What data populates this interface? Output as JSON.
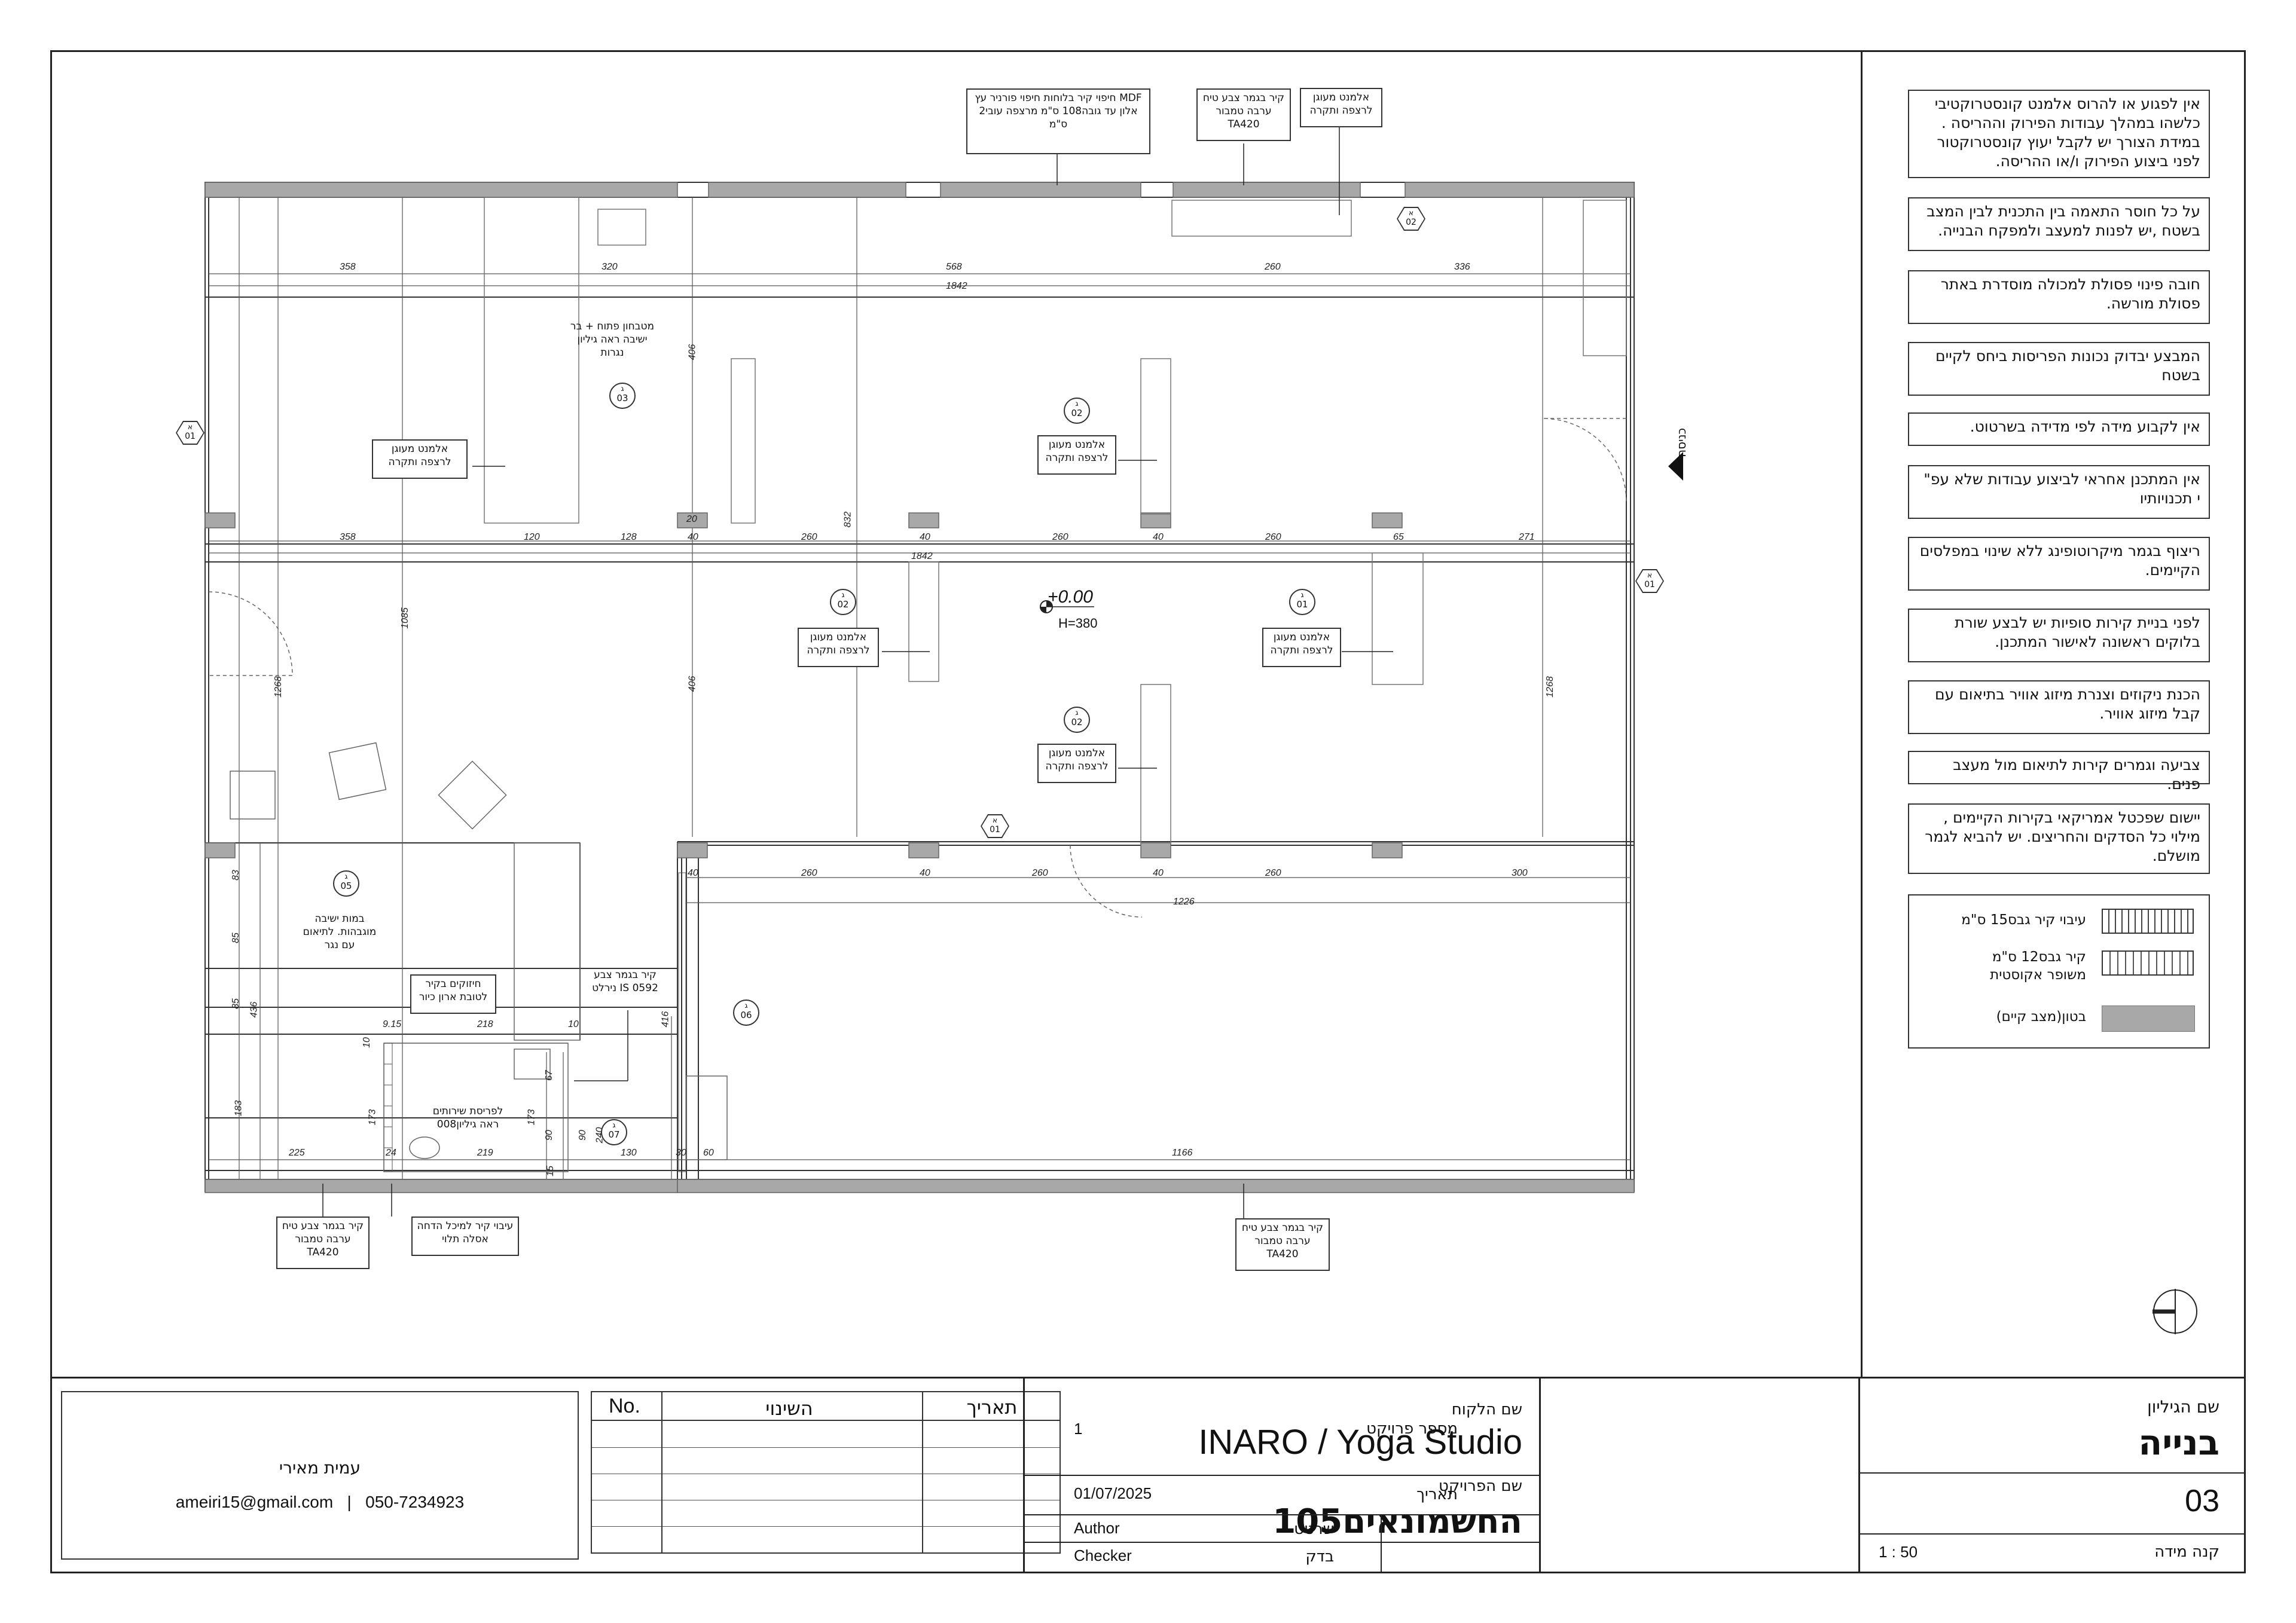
{
  "notes": [
    "אין לפגוע או להרוס אלמנט קונסטרוקטיבי כלשהו במהלך עבודות הפירוק וההריסה . במידת הצורך יש לקבל יעוץ קונסטרוקטור לפני ביצוע הפירוק ו/או ההריסה.",
    "על כל חוסר התאמה בין התכנית לבין המצב בשטח ,יש לפנות למעצב ולמפקח הבנייה.",
    "חובה פינוי פסולת למכולה מוסדרת באתר פסולת מורשה.",
    "המבצע יבדוק נכונות הפריסות ביחס לקיים בשטח",
    "אין לקבוע מידה לפי מדידה בשרטוט.",
    "אין המתכנן אחראי לביצוע עבודות שלא עפ\" י תכנויותיו",
    "ריצוף בגמר מיקרוטופינג ללא שינוי במפלסים הקיימים.",
    "לפני בניית קירות סופיות יש לבצע שורת בלוקים ראשונה לאישור המתכנן.",
    "הכנת ניקוזים וצנרת מיזוג אוויר בתיאום עם קבל מיזוג אוויר.",
    "צביעה וגמרים קירות לתיאום מול מעצב פנים.",
    "יישום שפכטל אמריקאי בקירות הקיימים , מילוי כל הסדקים והחריצים. יש להביא לגמר מושלם."
  ],
  "legend": [
    {
      "label": "עיבוי קיר גבס15 ס\"מ"
    },
    {
      "label": "קיר גבס12 ס\"מ משופר אקוסטית"
    },
    {
      "label": "בטון(מצב קיים)"
    }
  ],
  "plan": {
    "entrance_label": "כניסה",
    "level_value": "+0.00",
    "level_height": "H=380",
    "tags": {
      "top1": "MDF חיפוי קיר בלוחות חיפוי פורניר עץ אלון עד גובה108 ס\"מ מרצפה עובי2 ס\"מ",
      "top2": "קיר בגמר צבע טיח ערבה טמבור TA420",
      "top3": "אלמנט מעוגן לרצפה ותקרה",
      "left_hang": "אלמנט מעוגן לרצפה ותקרה",
      "c_hang1": "אלמנט מעוגן לרצפה ותקרה",
      "c_hang2": "אלמנט מעוגן לרצפה ותקרה",
      "r_hang": "אלמנט מעוגן לרצפה ותקרה",
      "c_hang3": "אלמנט מעוגן לרצפה ותקרה",
      "kitchen": "מטבחון פתוח + בר ישיבה ראה גיליון נגרות",
      "seat": "במות ישיבה מוגבהות. לתיאום עם נגר",
      "stiff": "חיזוקים בקיר לטובת ארון כיור",
      "paint_is": "קיר בגמר צבע IS 0592 נירלט",
      "toilet": "לפריסת שירותים ראה גיליון008",
      "bot1": "קיר בגמר צבע טיח ערבה טמבור TA420",
      "bot2": "עיבוי קיר למיכל הדחה אסלה תלוי",
      "bot3": "קיר בגמר צבע טיח ערבה טמבור TA420"
    },
    "dims": {
      "d358a": "358",
      "d320": "320",
      "d568": "568",
      "d260a": "260",
      "d336": "336",
      "d1842a": "1842",
      "d358b": "358",
      "d120": "120",
      "d128": "128",
      "d40a": "40",
      "d260b": "260",
      "d40b": "40",
      "d260c": "260",
      "d40c": "40",
      "d260d": "260",
      "d65": "65",
      "d271": "271",
      "d1842b": "1842",
      "d40d": "40",
      "d260e": "260",
      "d40e": "40",
      "d260f": "260",
      "d40f": "40",
      "d260g": "260",
      "d300": "300",
      "d1226": "1226",
      "d406a": "406",
      "d832": "832",
      "d406b": "406",
      "d1085": "1085",
      "d1268a": "1268",
      "d1268b": "1268",
      "d83": "83",
      "d85a": "85",
      "d85b": "85",
      "d436": "436",
      "d183": "183",
      "d416": "416",
      "d225": "225",
      "d219": "219",
      "d130": "130",
      "d60": "60",
      "d1166": "1166",
      "d218": "218",
      "d173a": "173",
      "d173b": "173",
      "d90a": "90",
      "d90b": "90",
      "d67": "67",
      "d240": "240",
      "d15": "15",
      "d10a": "10",
      "d10b": "10",
      "d915": "9.15",
      "d24": "24",
      "d20": "20",
      "d30": "30"
    },
    "callouts": [
      {
        "top": "ג",
        "num": "03"
      },
      {
        "top": "ג",
        "num": "02"
      },
      {
        "top": "ג",
        "num": "02"
      },
      {
        "top": "ג",
        "num": "01"
      },
      {
        "top": "ג",
        "num": "02"
      },
      {
        "top": "ג",
        "num": "05"
      },
      {
        "top": "ג",
        "num": "06"
      },
      {
        "top": "ג",
        "num": "07"
      }
    ],
    "sections": [
      {
        "top": "א",
        "num": "01"
      },
      {
        "top": "א",
        "num": "01"
      },
      {
        "top": "א",
        "num": "01"
      },
      {
        "top": "א",
        "num": "02"
      }
    ]
  },
  "title_block": {
    "designer_name": "עמית מאירי",
    "designer_contact": "ameiri15@gmail.com   |   050-7234923",
    "rev_headers": {
      "no": "No.",
      "change": "השינוי",
      "date": "תאריך"
    },
    "client_label": "שם הלקוח",
    "client_value": "INARO / Yoga Studio",
    "project_label": "שם הפרויקט",
    "project_value": "החשמונאים105",
    "project_no_label": "מספר פרויקט",
    "project_no_value": "1",
    "date_label": "תאריך",
    "date_value": "01/07/2025",
    "drawn_label": "שרטט",
    "drawn_value": "Author",
    "checked_label": "בדק",
    "checked_value": "Checker",
    "sheet_label": "שם הגיליון",
    "sheet_value": "בנייה",
    "sheet_no": "03",
    "scale_label": "קנה מידה",
    "scale_value": "1 : 50"
  }
}
